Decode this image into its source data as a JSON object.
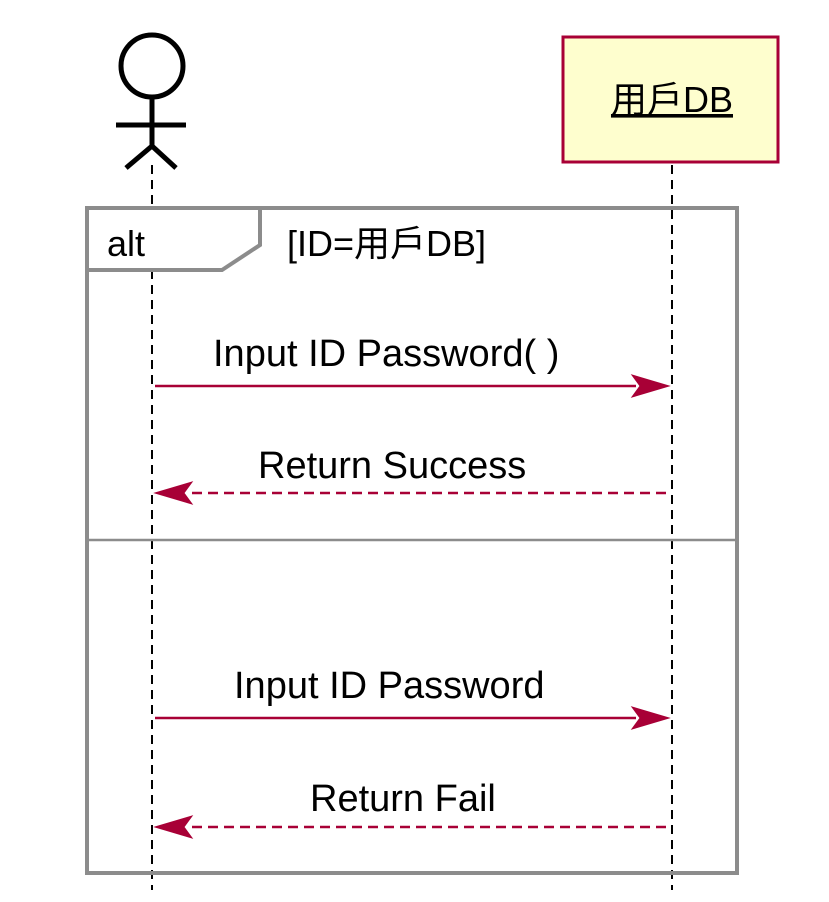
{
  "participants": {
    "actor": {
      "label": ""
    },
    "database": {
      "label": "用戶DB"
    }
  },
  "fragment": {
    "keyword": "alt",
    "guard": "[ID=用戶DB]"
  },
  "messages": [
    {
      "label": "Input ID Password( )",
      "direction": "right",
      "style": "solid"
    },
    {
      "label": "Return Success",
      "direction": "left",
      "style": "dashed"
    },
    {
      "label": "Input ID Password",
      "direction": "right",
      "style": "solid"
    },
    {
      "label": "Return Fail",
      "direction": "left",
      "style": "dashed"
    }
  ],
  "colors": {
    "arrow": "#a80036",
    "participant_fill": "#fefece",
    "participant_border": "#a80036",
    "frame": "#8c8c8c"
  }
}
